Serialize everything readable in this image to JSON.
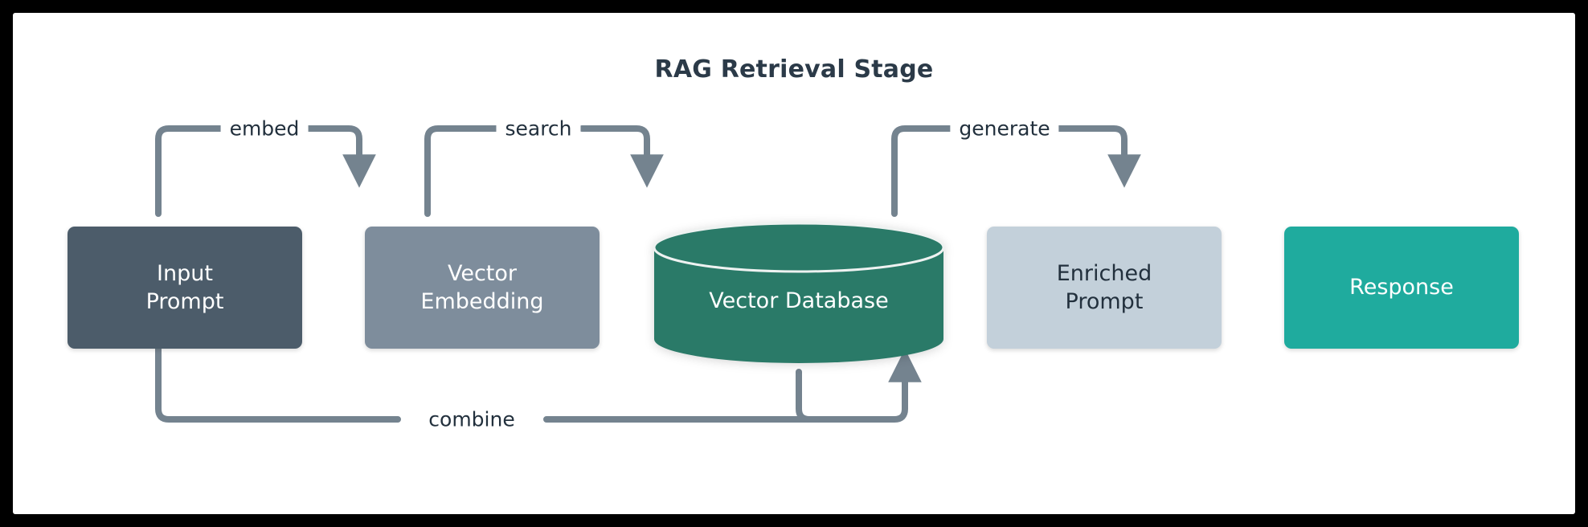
{
  "diagram": {
    "title": "RAG Retrieval Stage",
    "frame_color": "#000000",
    "canvas_color": "#ffffff",
    "title_color": "#2b3a48",
    "edge_color": "#74838f",
    "nodes": [
      {
        "id": "input-prompt",
        "label": "Input\nPrompt",
        "shape": "rounded-rect",
        "fill": "#4c5c6a",
        "text_color": "#ffffff"
      },
      {
        "id": "vector-embedding",
        "label": "Vector\nEmbedding",
        "shape": "rounded-rect",
        "fill": "#7e8d9c",
        "text_color": "#ffffff"
      },
      {
        "id": "vector-database",
        "label": "Vector Database",
        "shape": "cylinder",
        "fill": "#2a7a68",
        "text_color": "#ffffff"
      },
      {
        "id": "enriched-prompt",
        "label": "Enriched\nPrompt",
        "shape": "rounded-rect",
        "fill": "#c3d0da",
        "text_color": "#22303d"
      },
      {
        "id": "response",
        "label": "Response",
        "shape": "rounded-rect",
        "fill": "#1fab9e",
        "text_color": "#ffffff"
      }
    ],
    "edges": [
      {
        "id": "embed",
        "label": "embed",
        "from": "input-prompt",
        "to": "vector-embedding"
      },
      {
        "id": "search",
        "label": "search",
        "from": "vector-embedding",
        "to": "vector-database"
      },
      {
        "id": "generate",
        "label": "generate",
        "from": "enriched-prompt",
        "to": "response"
      },
      {
        "id": "combine",
        "label": "combine",
        "from": "input-prompt",
        "to": "enriched-prompt"
      }
    ]
  }
}
